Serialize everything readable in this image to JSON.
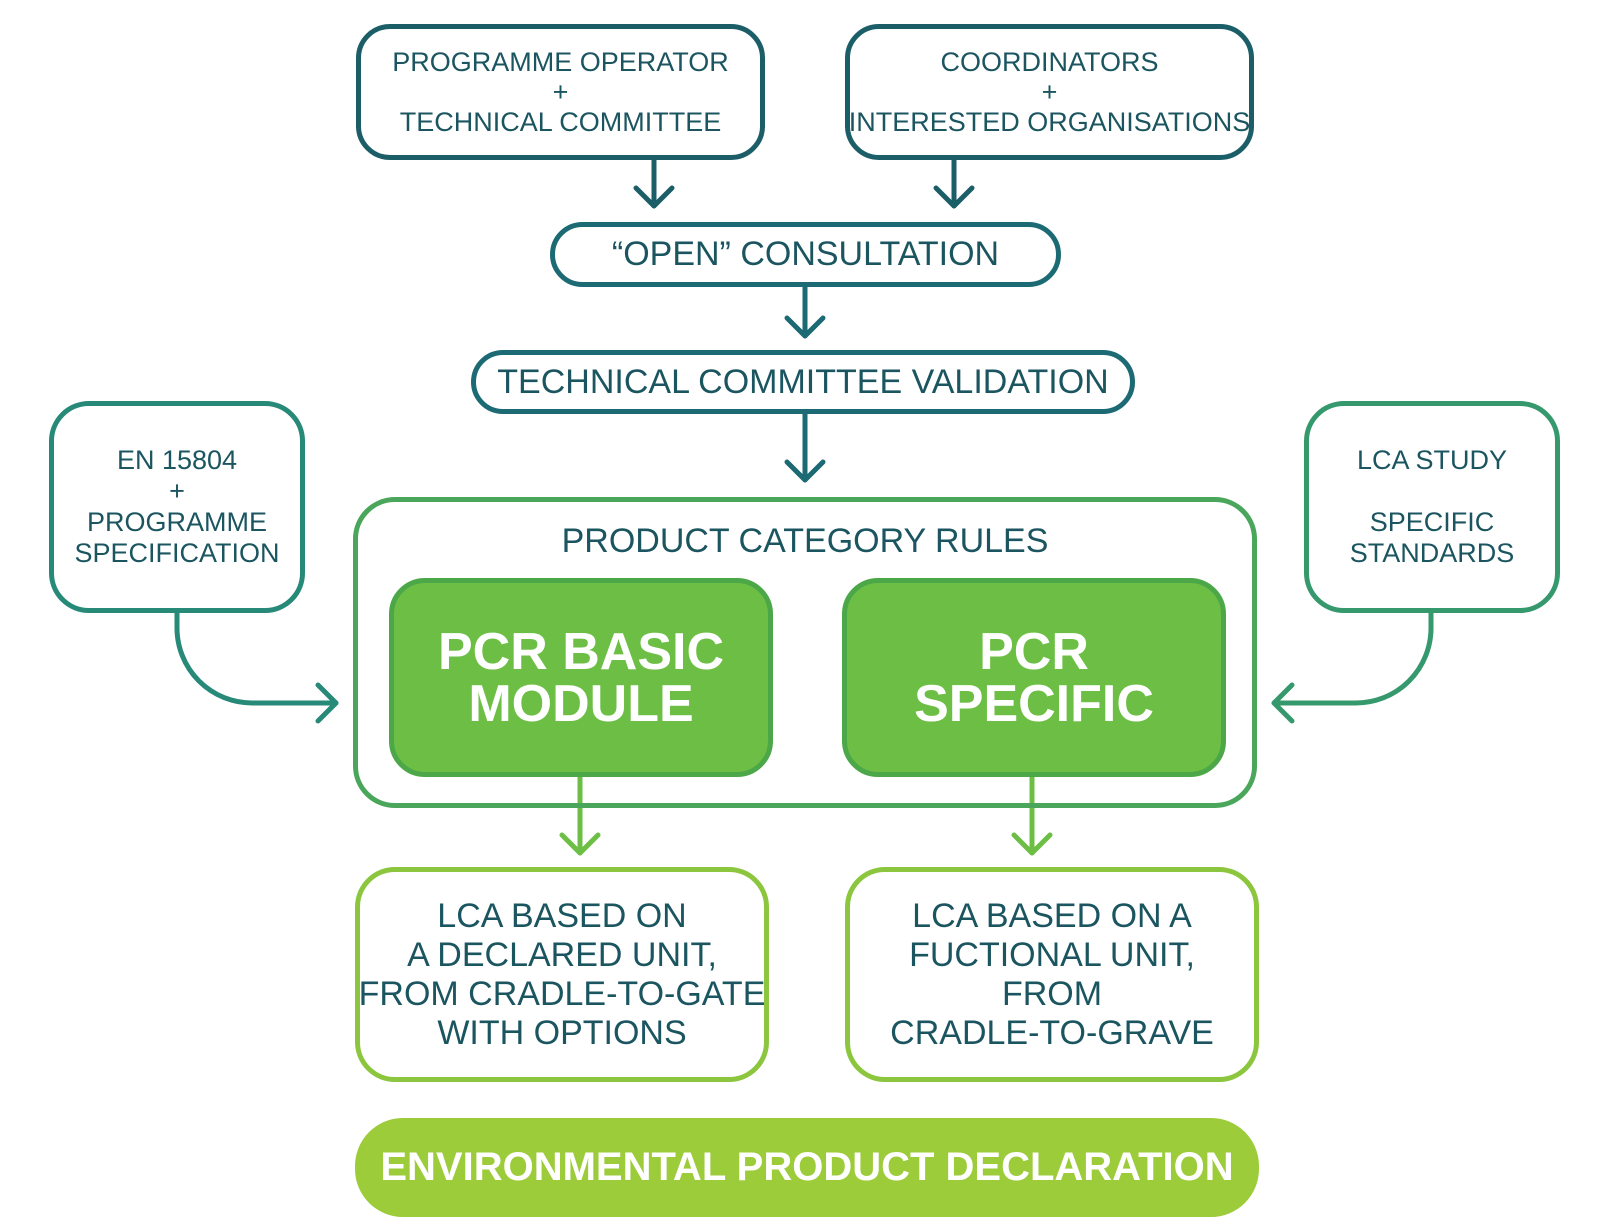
{
  "top_left": {
    "line1": "PROGRAMME OPERATOR",
    "plus": "+",
    "line2": "TECHNICAL COMMITTEE"
  },
  "top_right": {
    "line1": "COORDINATORS",
    "plus": "+",
    "line2": "INTERESTED ORGANISATIONS"
  },
  "open_consultation": "“OPEN” CONSULTATION",
  "tc_validation": "TECHNICAL COMMITTEE VALIDATION",
  "left_input": {
    "line1": "EN 15804",
    "plus": "+",
    "line2": "PROGRAMME",
    "line3": "SPECIFICATION"
  },
  "right_input": {
    "line1": "LCA STUDY",
    "line2": "SPECIFIC",
    "line3": "STANDARDS"
  },
  "pcr": {
    "title": "PRODUCT CATEGORY RULES",
    "basic": {
      "line1": "PCR BASIC",
      "line2": "MODULE"
    },
    "specific": {
      "line1": "PCR",
      "line2": "SPECIFIC"
    }
  },
  "lca_left": {
    "line1": "LCA BASED ON",
    "line2": "A DECLARED UNIT,",
    "line3": "FROM CRADLE-TO-GATE",
    "line4": "WITH OPTIONS"
  },
  "lca_right": {
    "line1": "LCA BASED ON A",
    "line2": "FUCTIONAL UNIT,",
    "line3": "FROM",
    "line4": "CRADLE-TO-GRAVE"
  },
  "epd": "ENVIRONMENTAL PRODUCT DECLARATION",
  "colors": {
    "dark_teal": "#1c5e68",
    "teal_green": "#278977",
    "mid_green": "#4aa65a",
    "bright_green": "#6cbf44",
    "lime": "#9ccc3a",
    "text": "#1b5560"
  }
}
